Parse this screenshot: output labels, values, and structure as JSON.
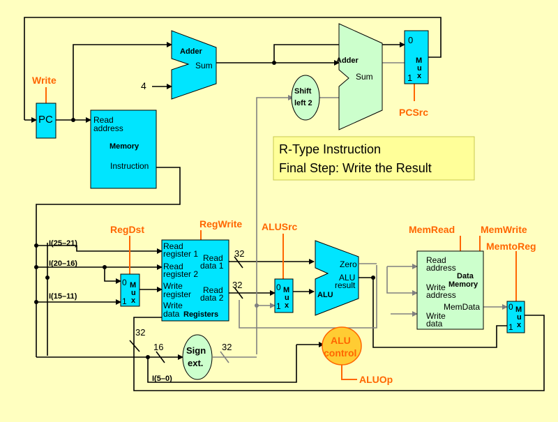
{
  "info_box": {
    "line1": "R-Type Instruction",
    "line2": "Final Step: Write the Result"
  },
  "pc": {
    "label": "PC",
    "write": "Write"
  },
  "constant_four": "4",
  "adder_pc": {
    "title": "Adder",
    "sum": "Sum"
  },
  "adder_branch": {
    "title": "Adder",
    "sum": "Sum"
  },
  "shift": {
    "line1": "Shift",
    "line2": "left 2"
  },
  "pc_mux": {
    "zero": "0",
    "one": "1",
    "m": "M",
    "u": "u",
    "x": "x"
  },
  "pcsrc": "PCSrc",
  "instr_mem": {
    "read1": "Read",
    "read2": "address",
    "title": "Memory",
    "out": "Instruction"
  },
  "fields": {
    "rs": "I(25–21)",
    "rt": "I(20–16)",
    "rd": "I(15–11)",
    "imm": "I(5–0)"
  },
  "control": {
    "regdst": "RegDst",
    "regwrite": "RegWrite",
    "alusrc": "ALUSrc",
    "memread": "MemRead",
    "memwrite": "MemWrite",
    "memtoreg": "MemtoReg",
    "aluop": "ALUOp"
  },
  "regdst_mux": {
    "zero": "0",
    "one": "1",
    "m": "M",
    "u": "u",
    "x": "x"
  },
  "registers": {
    "rr1a": "Read",
    "rr1b": "register 1",
    "rr2a": "Read",
    "rr2b": "register 2",
    "wra": "Write",
    "wrb": "register",
    "wda": "Write",
    "wdb": "data",
    "title": "Registers",
    "rd1a": "Read",
    "rd1b": "data 1",
    "rd2a": "Read",
    "rd2b": "data 2"
  },
  "bus": {
    "b32a": "32",
    "b32b": "32",
    "b32c": "32",
    "b32d": "32",
    "b16": "16"
  },
  "alusrc_mux": {
    "zero": "0",
    "one": "1",
    "m": "M",
    "u": "u",
    "x": "x"
  },
  "alu": {
    "zero": "Zero",
    "result1": "ALU",
    "result2": "result",
    "title": "ALU"
  },
  "alu_control": {
    "line1": "ALU",
    "line2": "control"
  },
  "sign_ext": {
    "line1": "Sign",
    "line2": "ext."
  },
  "data_mem": {
    "ra1": "Read",
    "ra2": "address",
    "title1": "Data",
    "title2": "Memory",
    "wa1": "Write",
    "wa2": "address",
    "memdata": "MemData",
    "wd1": "Write",
    "wd2": "data"
  },
  "wb_mux": {
    "zero": "0",
    "one": "1",
    "m": "M",
    "u": "u",
    "x": "x"
  }
}
